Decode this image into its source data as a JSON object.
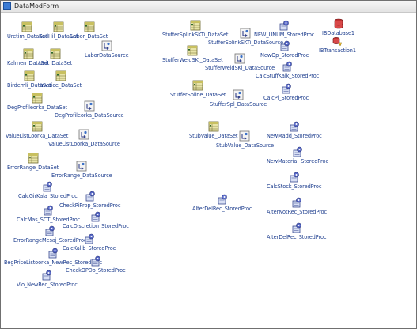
{
  "window": {
    "title": "DataModForm"
  },
  "components": [
    {
      "name": "Uretim_DataSet",
      "icon": "dataset-icon"
    },
    {
      "name": "KodHil_DataSet",
      "icon": "dataset-icon"
    },
    {
      "name": "Labor_DataSet",
      "icon": "dataset-icon"
    },
    {
      "name": "LaborDataSource",
      "icon": "datasource-icon"
    },
    {
      "name": "Kalmen_DataSet",
      "icon": "dataset-icon"
    },
    {
      "name": "Unit_DataSet",
      "icon": "dataset-icon"
    },
    {
      "name": "Birdemli_DataSet",
      "icon": "dataset-icon"
    },
    {
      "name": "Invoice_DataSet",
      "icon": "dataset-icon"
    },
    {
      "name": "DegProfileorka_DataSet",
      "icon": "dataset-icon"
    },
    {
      "name": "DegProfileorka_DataSource",
      "icon": "datasource-icon"
    },
    {
      "name": "ValueListLoorka_DataSet",
      "icon": "dataset-icon"
    },
    {
      "name": "ValueListLoorka_DataSource",
      "icon": "datasource-icon"
    },
    {
      "name": "ErrorRange_DataSet",
      "icon": "dataset-icon"
    },
    {
      "name": "ErrorRange_DataSource",
      "icon": "datasource-icon"
    },
    {
      "name": "CalcGirKala_StoredProc",
      "icon": "storedproc-icon"
    },
    {
      "name": "CheckPiProp_StoredProc",
      "icon": "storedproc-icon"
    },
    {
      "name": "CalcMas_SCT_StoredProc",
      "icon": "storedproc-icon"
    },
    {
      "name": "CalcDiscretion_StoredProc",
      "icon": "storedproc-icon"
    },
    {
      "name": "ErrorRangeMesaj_StoredProc",
      "icon": "storedproc-icon"
    },
    {
      "name": "CalcKalib_StoredProc",
      "icon": "storedproc-icon"
    },
    {
      "name": "BegPriceListoorka_NewRec_StoredProc",
      "icon": "storedproc-icon"
    },
    {
      "name": "CheckOPDo_StoredProc",
      "icon": "storedproc-icon"
    },
    {
      "name": "Vio_NewRec_StoredProc",
      "icon": "storedproc-icon"
    },
    {
      "name": "StufferSplinkSKTi_DataSet",
      "icon": "dataset-icon"
    },
    {
      "name": "StufferSplinkSKTi_DataSource",
      "icon": "datasource-icon"
    },
    {
      "name": "StufferWeldSKi_DataSet",
      "icon": "dataset-icon"
    },
    {
      "name": "StufferWeldSKi_DataSource",
      "icon": "datasource-icon"
    },
    {
      "name": "StufferSpline_DataSet",
      "icon": "dataset-icon"
    },
    {
      "name": "StufferSpl_DataSource",
      "icon": "datasource-icon"
    },
    {
      "name": "StubValue_DataSet",
      "icon": "dataset-icon"
    },
    {
      "name": "StubValue_DataSource",
      "icon": "datasource-icon"
    },
    {
      "name": "AlterDelRec_StoredProc",
      "icon": "storedproc-icon"
    },
    {
      "name": "NEW_UNUM_StoredProc",
      "icon": "storedproc-icon"
    },
    {
      "name": "NewOp_StoredProc",
      "icon": "storedproc-icon"
    },
    {
      "name": "CalcStuffKalk_StoredProc",
      "icon": "storedproc-icon"
    },
    {
      "name": "CalcPl_StoredProc",
      "icon": "storedproc-icon"
    },
    {
      "name": "NewMadd_StoredProc",
      "icon": "storedproc-icon"
    },
    {
      "name": "NewMaterial_StoredProc",
      "icon": "storedproc-icon"
    },
    {
      "name": "CalcStock_StoredProc",
      "icon": "storedproc-icon"
    },
    {
      "name": "AlterNotRec_StoredProc",
      "icon": "storedproc-icon"
    },
    {
      "name": "AlterDelRec_StoredProc",
      "icon": "storedproc-icon"
    },
    {
      "name": "IBDatabase1",
      "icon": "database-icon"
    },
    {
      "name": "IBTransaction1",
      "icon": "transaction-icon"
    }
  ]
}
